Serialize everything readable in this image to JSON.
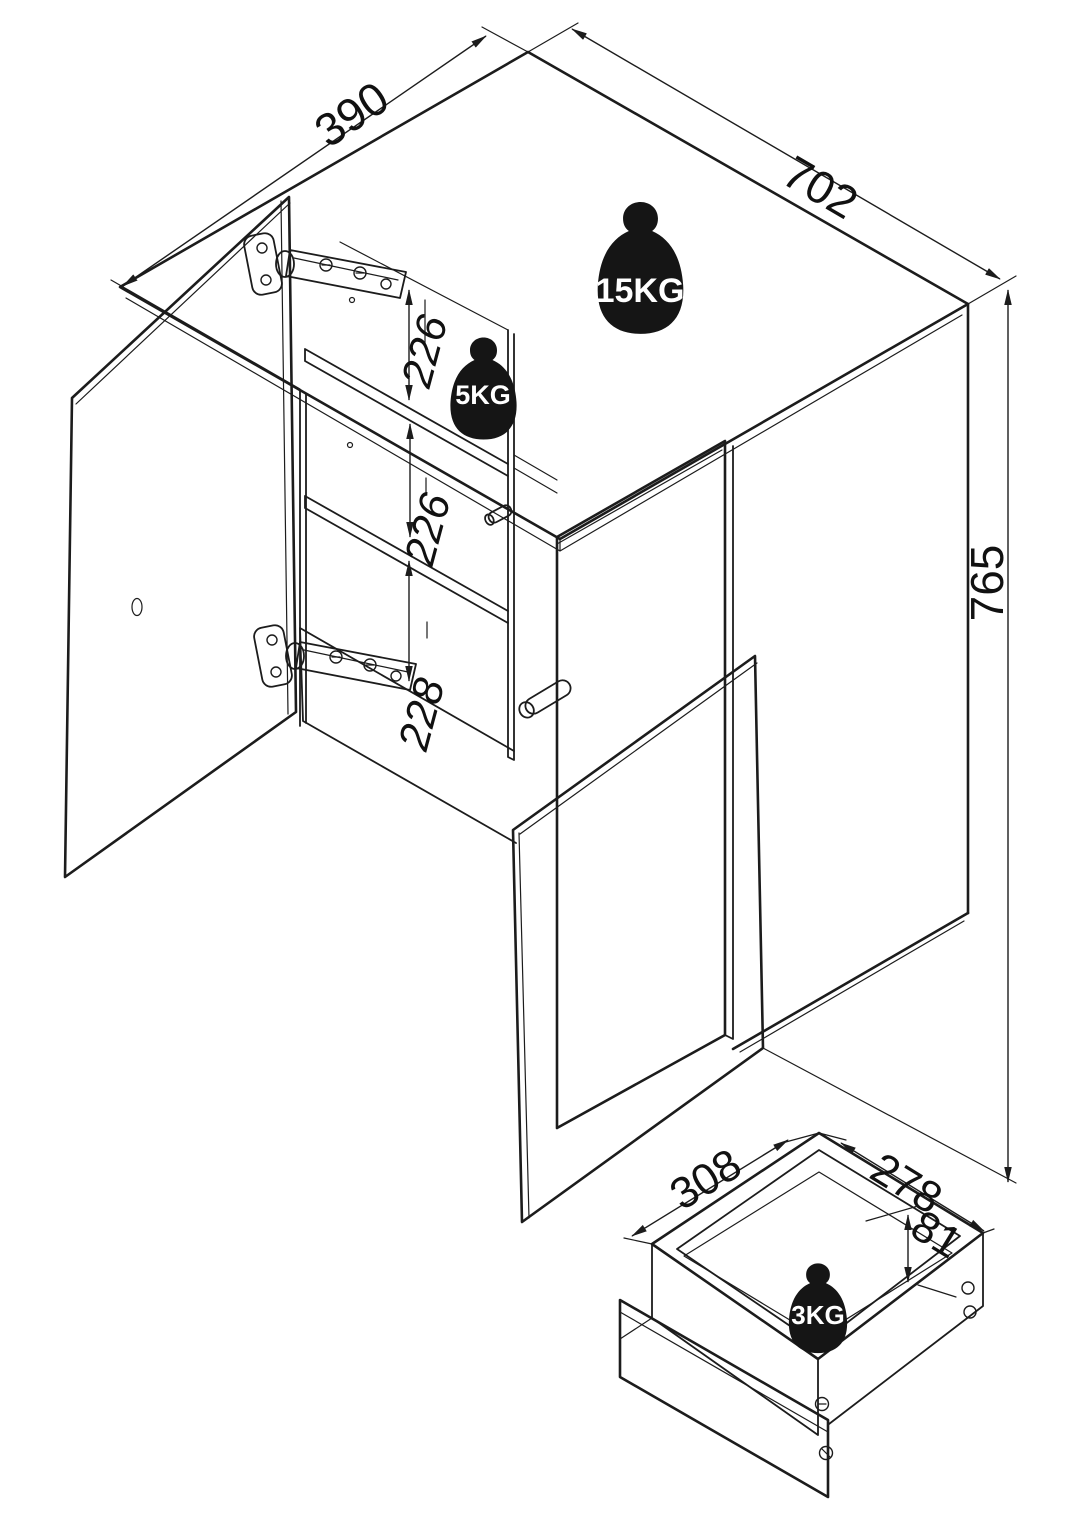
{
  "diagram": {
    "main_view": {
      "depth_label": "390",
      "width_label": "702",
      "height_label": "765",
      "shelf_spacings": [
        "226",
        "226",
        "228"
      ],
      "top_load": "15KG",
      "shelf_load": "5KG"
    },
    "drawer_view": {
      "width_label": "308",
      "depth_label": "278",
      "height_label": "81",
      "drawer_load": "3KG"
    },
    "colors": {
      "line": "#1c1c1c",
      "weight_fill": "#151515",
      "background": "#ffffff",
      "label": "#111111"
    }
  }
}
